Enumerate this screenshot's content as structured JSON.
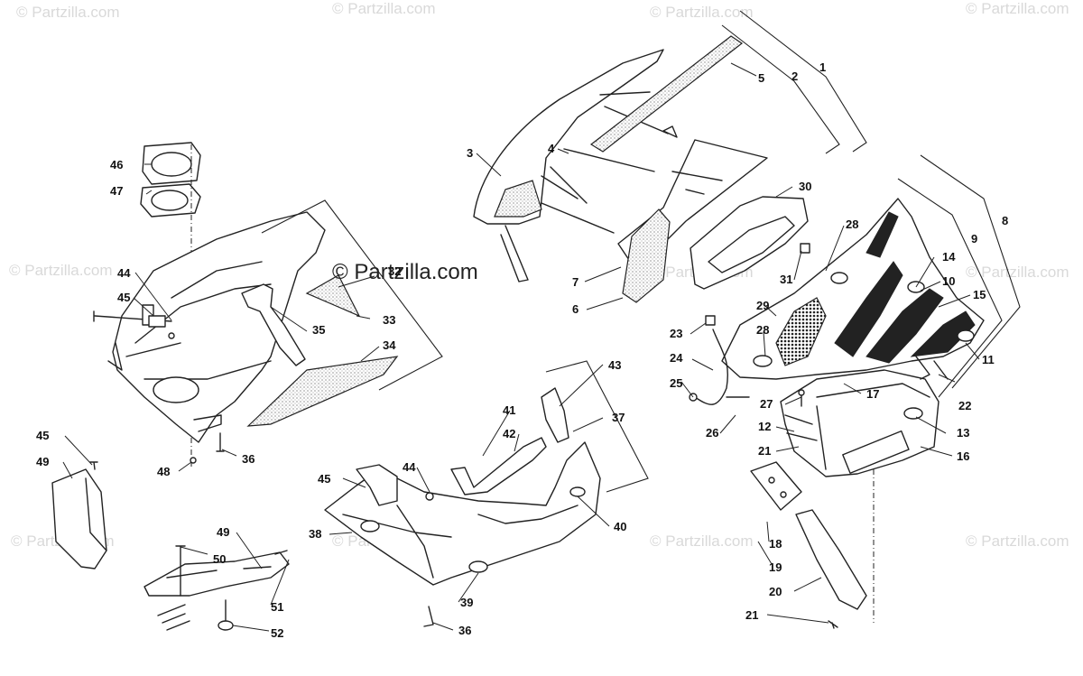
{
  "watermark": {
    "main": "© Partzilla.com",
    "faint": "© Partzilla.com"
  },
  "callouts": [
    {
      "id": "1",
      "text": "1"
    },
    {
      "id": "2",
      "text": "2"
    },
    {
      "id": "3",
      "text": "3"
    },
    {
      "id": "4",
      "text": "4"
    },
    {
      "id": "5",
      "text": "5"
    },
    {
      "id": "6",
      "text": "6"
    },
    {
      "id": "7",
      "text": "7"
    },
    {
      "id": "8",
      "text": "8"
    },
    {
      "id": "9",
      "text": "9"
    },
    {
      "id": "10",
      "text": "10"
    },
    {
      "id": "11",
      "text": "11"
    },
    {
      "id": "12",
      "text": "12"
    },
    {
      "id": "13",
      "text": "13"
    },
    {
      "id": "14",
      "text": "14"
    },
    {
      "id": "15",
      "text": "15"
    },
    {
      "id": "16",
      "text": "16"
    },
    {
      "id": "17",
      "text": "17"
    },
    {
      "id": "18",
      "text": "18"
    },
    {
      "id": "19",
      "text": "19"
    },
    {
      "id": "20",
      "text": "20"
    },
    {
      "id": "21a",
      "text": "21"
    },
    {
      "id": "21b",
      "text": "21"
    },
    {
      "id": "22",
      "text": "22"
    },
    {
      "id": "23",
      "text": "23"
    },
    {
      "id": "24",
      "text": "24"
    },
    {
      "id": "25",
      "text": "25"
    },
    {
      "id": "26",
      "text": "26"
    },
    {
      "id": "27",
      "text": "27"
    },
    {
      "id": "28a",
      "text": "28"
    },
    {
      "id": "28b",
      "text": "28"
    },
    {
      "id": "29",
      "text": "29"
    },
    {
      "id": "30",
      "text": "30"
    },
    {
      "id": "31",
      "text": "31"
    },
    {
      "id": "32",
      "text": "32"
    },
    {
      "id": "33",
      "text": "33"
    },
    {
      "id": "34",
      "text": "34"
    },
    {
      "id": "35",
      "text": "35"
    },
    {
      "id": "36a",
      "text": "36"
    },
    {
      "id": "36b",
      "text": "36"
    },
    {
      "id": "37",
      "text": "37"
    },
    {
      "id": "38",
      "text": "38"
    },
    {
      "id": "39",
      "text": "39"
    },
    {
      "id": "40",
      "text": "40"
    },
    {
      "id": "41",
      "text": "41"
    },
    {
      "id": "42",
      "text": "42"
    },
    {
      "id": "43",
      "text": "43"
    },
    {
      "id": "44a",
      "text": "44"
    },
    {
      "id": "44b",
      "text": "44"
    },
    {
      "id": "45a",
      "text": "45"
    },
    {
      "id": "45b",
      "text": "45"
    },
    {
      "id": "45c",
      "text": "45"
    },
    {
      "id": "46",
      "text": "46"
    },
    {
      "id": "47",
      "text": "47"
    },
    {
      "id": "48",
      "text": "48"
    },
    {
      "id": "49a",
      "text": "49"
    },
    {
      "id": "49b",
      "text": "49"
    },
    {
      "id": "50",
      "text": "50"
    },
    {
      "id": "51",
      "text": "51"
    },
    {
      "id": "52",
      "text": "52"
    }
  ]
}
